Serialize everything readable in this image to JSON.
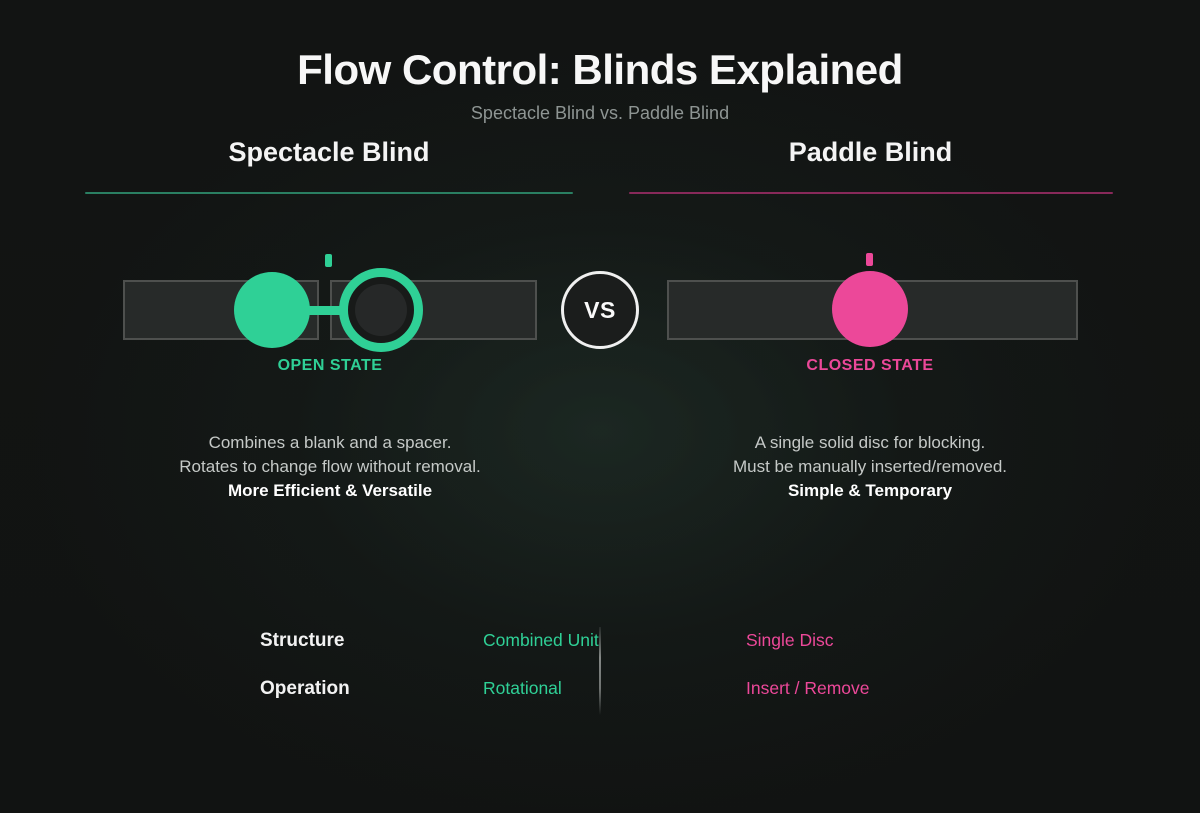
{
  "title": "Flow Control: Blinds Explained",
  "subtitle": "Spectacle Blind vs. Paddle Blind",
  "vs_label": "VS",
  "colors": {
    "teal": "#2fd096",
    "teal-muted": "#2a7f62",
    "pink": "#ec4899",
    "pink-muted": "#88295a"
  },
  "left_column": {
    "heading": "Spectacle Blind",
    "state_label": "OPEN STATE",
    "description_line1": "Combines a blank and a spacer.",
    "description_line2": "Rotates to change flow without removal.",
    "description_bold": "More Efficient & Versatile"
  },
  "right_column": {
    "heading": "Paddle Blind",
    "state_label": "CLOSED STATE",
    "description_line1": "A single solid disc for blocking.",
    "description_line2": "Must be manually inserted/removed.",
    "description_bold": "Simple & Temporary"
  },
  "spec_table": {
    "rows": [
      {
        "label": "Structure",
        "left_value": "Combined Unit",
        "right_value": "Single Disc"
      },
      {
        "label": "Operation",
        "left_value": "Rotational",
        "right_value": "Insert / Remove"
      }
    ]
  }
}
